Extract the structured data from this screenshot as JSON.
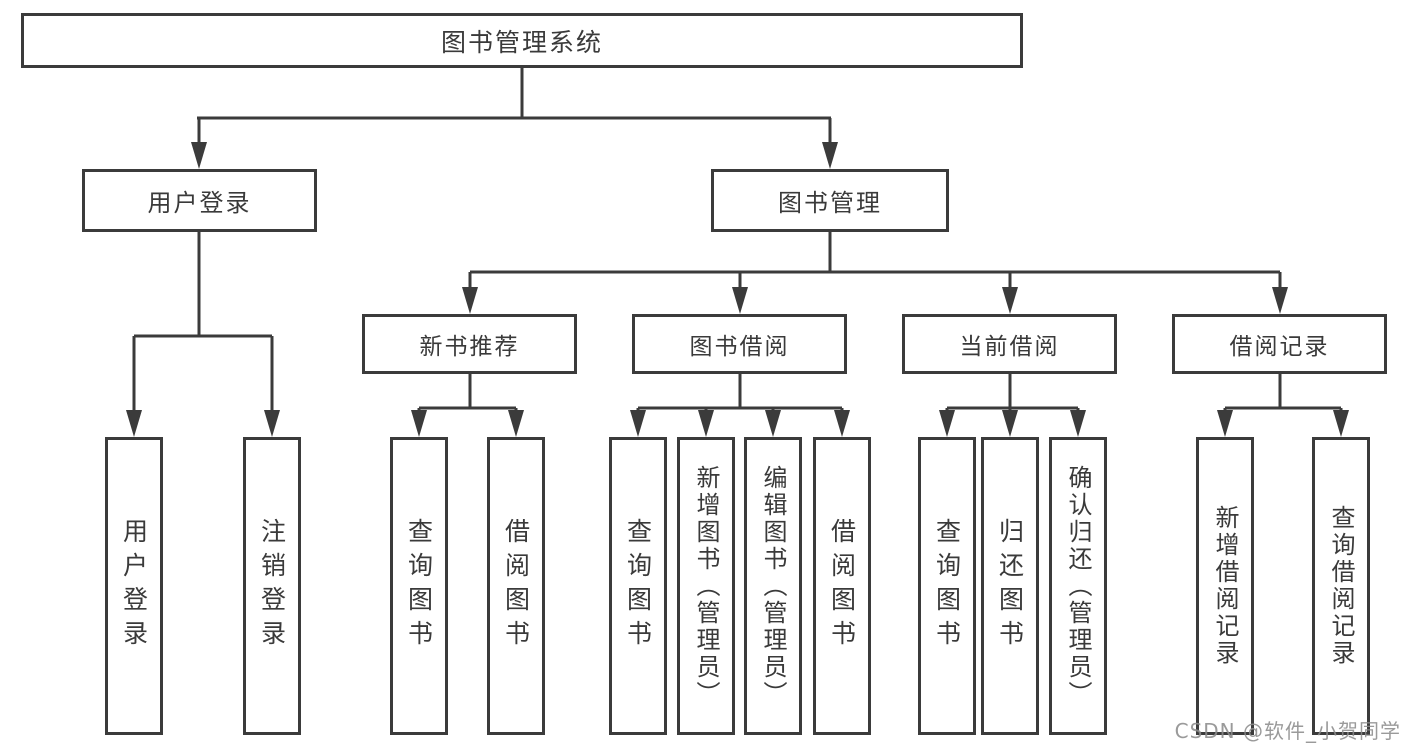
{
  "tree": {
    "root": "图书管理系统",
    "branches": [
      {
        "label": "用户登录",
        "leaves": [
          "用户登录",
          "注销登录"
        ]
      },
      {
        "label": "图书管理",
        "groups": [
          {
            "label": "新书推荐",
            "leaves": [
              "查询图书",
              "借阅图书"
            ]
          },
          {
            "label": "图书借阅",
            "leaves": [
              "查询图书",
              "新增图书（管理员）",
              "编辑图书（管理员）",
              "借阅图书"
            ]
          },
          {
            "label": "当前借阅",
            "leaves": [
              "查询图书",
              "归还图书",
              "确认归还（管理员）"
            ]
          },
          {
            "label": "借阅记录",
            "leaves": [
              "新增借阅记录",
              "查询借阅记录"
            ]
          }
        ]
      }
    ]
  },
  "watermark": {
    "text": "CSDN @软件_小贺同学"
  },
  "colors": {
    "line": "#3b3b3b",
    "text": "#3a3a3a",
    "watermark": "#8c8c8c",
    "background": "#ffffff"
  }
}
